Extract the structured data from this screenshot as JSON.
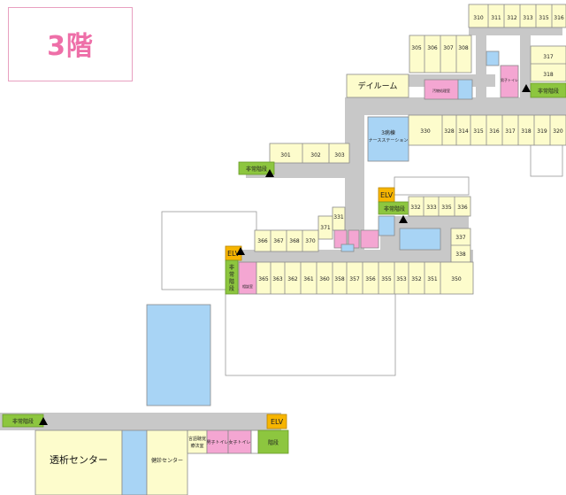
{
  "floor_label": "3階",
  "colors": {
    "room": "#fdfccc",
    "corridor": "#c8c8c8",
    "blue": "#a8d4f5",
    "pink": "#f4a6d2",
    "green": "#8dc63f",
    "elv": "#f7b500",
    "line": "#8a8a8a"
  },
  "rooms": {
    "r310": "310",
    "r311": "311",
    "r312": "312",
    "r313": "313",
    "r315": "315",
    "r316": "316",
    "r305": "305",
    "r306": "306",
    "r307": "307",
    "r308": "308",
    "r317": "317",
    "r318": "318",
    "r330": "330",
    "r328": "328",
    "r314": "314",
    "r315b": "315",
    "r316b": "316",
    "r317b": "317",
    "r318b": "318",
    "r319": "319",
    "r320": "320",
    "r301": "301",
    "r302": "302",
    "r303": "303",
    "r332": "332",
    "r333": "333",
    "r335": "335",
    "r336": "336",
    "r331": "331",
    "r371": "371",
    "r337": "337",
    "r338": "338",
    "r366": "366",
    "r367": "367",
    "r368": "368",
    "r370": "370",
    "r365": "365",
    "r363": "363",
    "r362": "362",
    "r361": "361",
    "r360": "360",
    "r358": "358",
    "r357": "357",
    "r356": "356",
    "r355": "355",
    "r353": "353",
    "r352": "352",
    "r351": "351",
    "r350": "350"
  },
  "labels": {
    "dayroom": "デイルーム",
    "nurse_station_1": "3病棟",
    "nurse_station_2": "ナースステーション",
    "emergency_stairs": "非常階段",
    "elv": "ELV",
    "emg_v1": "非",
    "emg_v2": "常",
    "emg_v3": "階",
    "emg_v4": "段",
    "mens_toilet": "男子トイレ",
    "womens_toilet": "女子トイレ",
    "stairs": "階段",
    "dialysis_center": "透析センター",
    "checkup_center": "健診センター",
    "speech_1": "言語聴覚",
    "speech_2": "療法室",
    "small_room": "相談室",
    "shower_room": "汚物処理室"
  }
}
